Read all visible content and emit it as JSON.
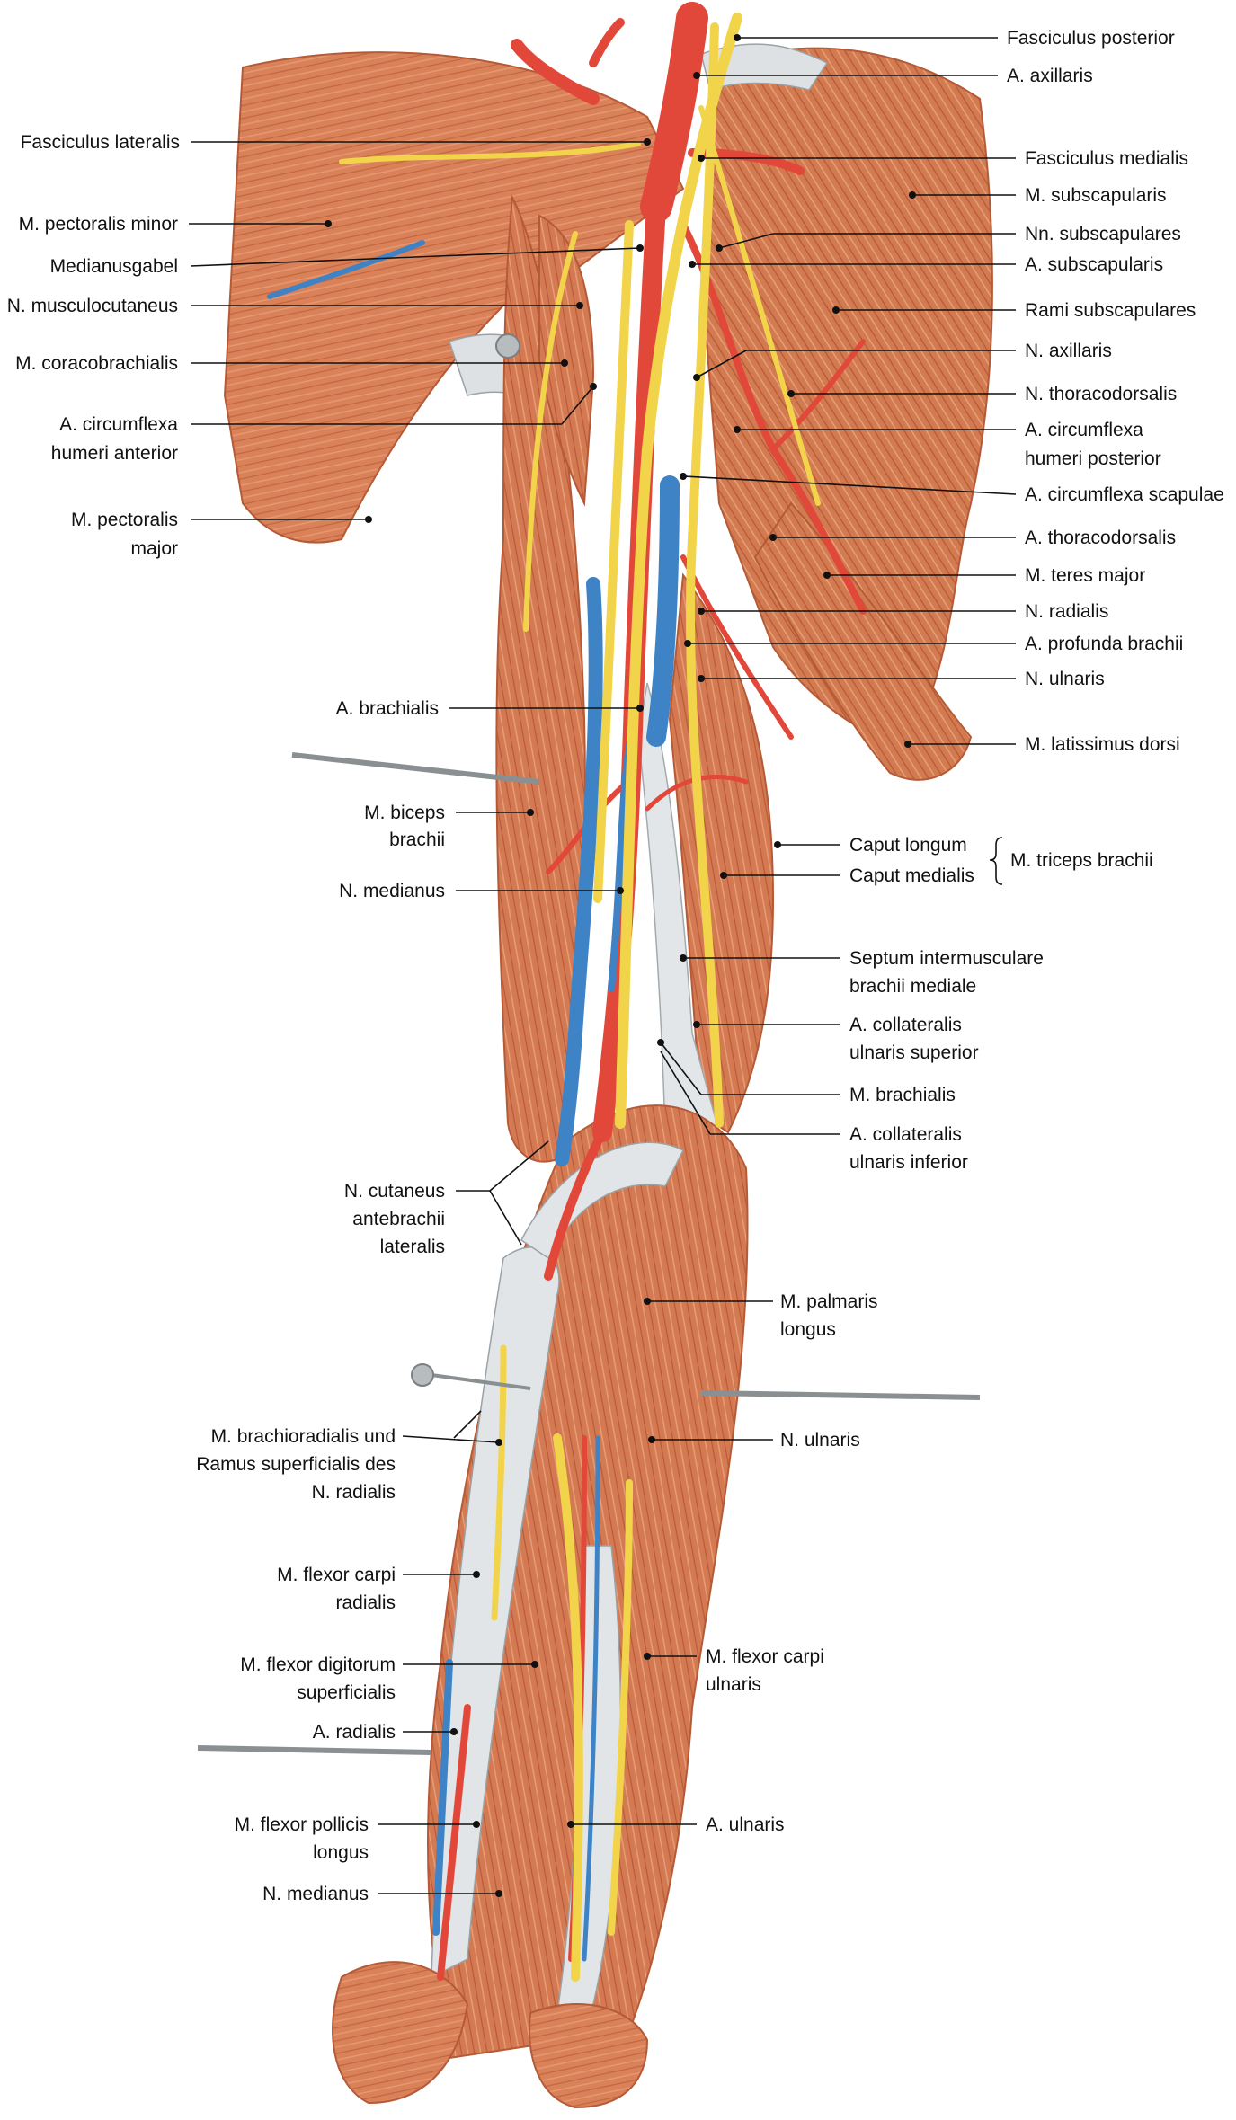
{
  "colors": {
    "background": "#ffffff",
    "muscle": "#d9825a",
    "muscle_dark": "#b85a35",
    "muscle_light": "#eba27c",
    "tendon": "#dfe3e5",
    "artery": "#e2483a",
    "vein": "#3d83c5",
    "nerve": "#f2d44a",
    "label_text": "#111111"
  },
  "labels": {
    "fasciculus_posterior": "Fasciculus posterior",
    "a_axillaris": "A. axillaris",
    "fasciculus_lateralis": "Fasciculus lateralis",
    "fasciculus_medialis": "Fasciculus medialis",
    "m_subscapularis": "M. subscapularis",
    "m_pectoralis_minor": "M. pectoralis minor",
    "nn_subscapulares": "Nn. subscapulares",
    "medianusgabel": "Medianusgabel",
    "a_subscapularis": "A. subscapularis",
    "n_musculocutaneus": "N. musculocutaneus",
    "rami_subscapulares": "Rami subscapulares",
    "m_coracobrachialis": "M. coracobrachialis",
    "n_axillaris": "N. axillaris",
    "n_thoracodorsalis": "N. thoracodorsalis",
    "a_circumflexa_humeri_anterior_1": "A. circumflexa",
    "a_circumflexa_humeri_anterior_2": "humeri anterior",
    "a_circumflexa_humeri_posterior_1": "A. circumflexa",
    "a_circumflexa_humeri_posterior_2": "humeri posterior",
    "a_circumflexa_scapulae": "A. circumflexa scapulae",
    "m_pectoralis_major_1": "M. pectoralis",
    "m_pectoralis_major_2": "major",
    "a_thoracodorsalis": "A. thoracodorsalis",
    "m_teres_major": "M. teres major",
    "n_radialis": "N. radialis",
    "a_profunda_brachii": "A. profunda brachii",
    "n_ulnaris_upper": "N. ulnaris",
    "a_brachialis": "A. brachialis",
    "m_latissimus_dorsi": "M. latissimus dorsi",
    "m_biceps_brachii_1": "M. biceps",
    "m_biceps_brachii_2": "brachii",
    "caput_longum": "Caput longum",
    "caput_medialis": "Caput medialis",
    "m_triceps_brachii": "M. triceps brachii",
    "n_medianus_upper": "N. medianus",
    "septum_1": "Septum intermusculare",
    "septum_2": "brachii mediale",
    "a_coll_ulnaris_sup_1": "A. collateralis",
    "a_coll_ulnaris_sup_2": "ulnaris superior",
    "m_brachialis": "M. brachialis",
    "a_coll_ulnaris_inf_1": "A. collateralis",
    "a_coll_ulnaris_inf_2": "ulnaris inferior",
    "n_cutaneus_1": "N. cutaneus",
    "n_cutaneus_2": "antebrachii",
    "n_cutaneus_3": "lateralis",
    "m_palmaris_longus_1": "M. palmaris",
    "m_palmaris_longus_2": "longus",
    "m_brachioradialis_1": "M. brachioradialis und",
    "m_brachioradialis_2": "Ramus superficialis des",
    "m_brachioradialis_3": "N. radialis",
    "n_ulnaris_lower": "N. ulnaris",
    "m_fcr_1": "M. flexor carpi",
    "m_fcr_2": "radialis",
    "m_fds_1": "M. flexor digitorum",
    "m_fds_2": "superficialis",
    "m_fcu_1": "M. flexor carpi",
    "m_fcu_2": "ulnaris",
    "a_radialis": "A. radialis",
    "a_ulnaris": "A. ulnaris",
    "m_fpl_1": "M. flexor pollicis",
    "m_fpl_2": "longus",
    "n_medianus_lower": "N. medianus"
  }
}
